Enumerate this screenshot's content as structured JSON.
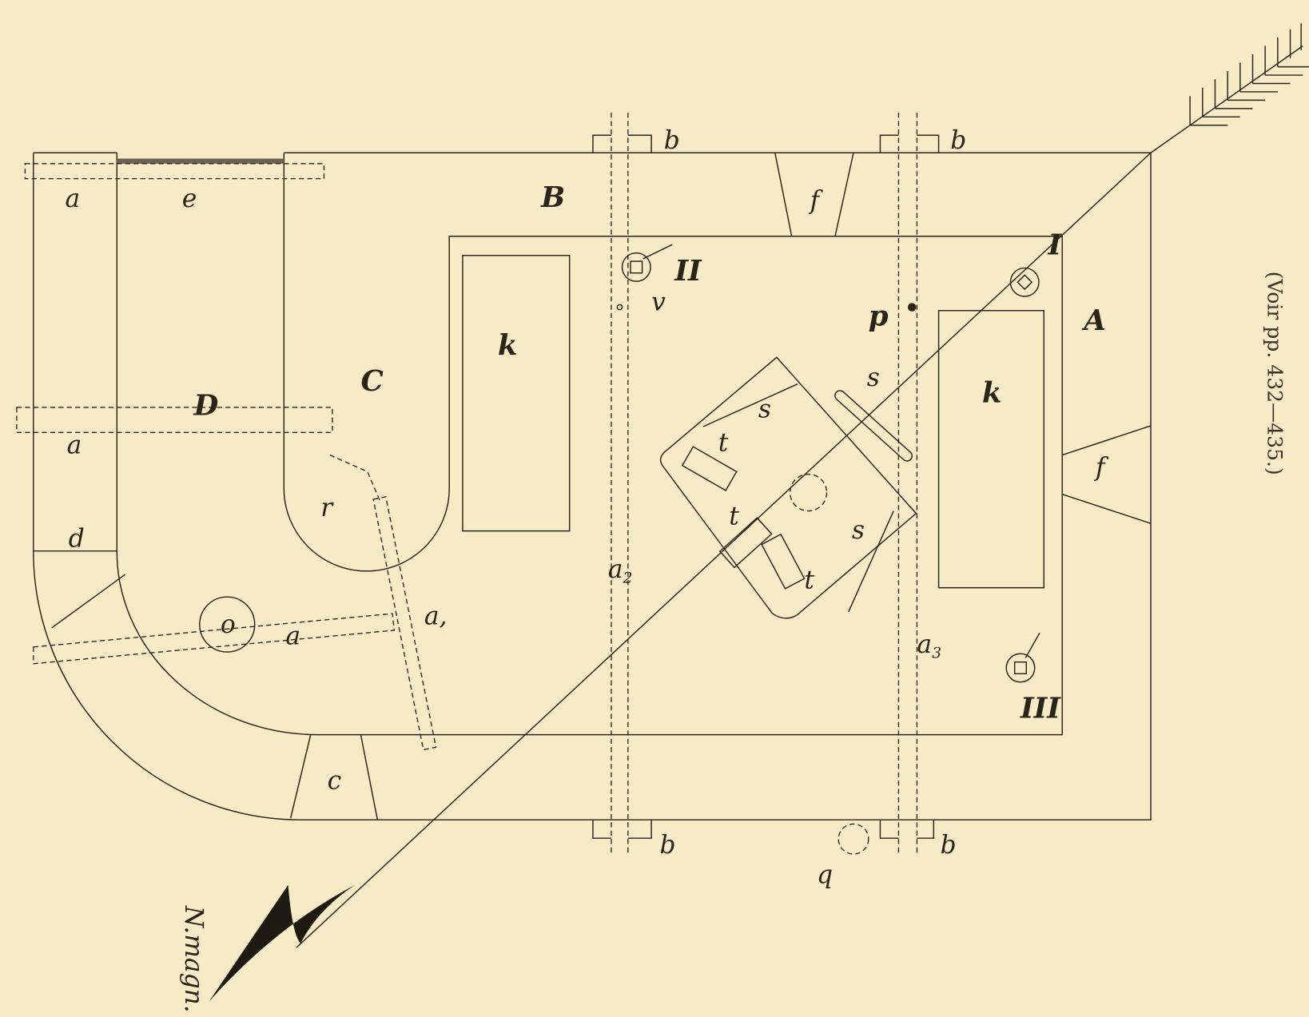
{
  "labels": {
    "a_top": "a",
    "e": "e",
    "B": "B",
    "b1": "b",
    "b2": "b",
    "b3": "b",
    "b4": "b",
    "f_top": "f",
    "f_right": "f",
    "II": "II",
    "I": "I",
    "III": "III",
    "v": "v",
    "p": "p",
    "A": "A",
    "k_left": "k",
    "k_right": "k",
    "C": "C",
    "D": "D",
    "a_mid": "a",
    "s1": "s",
    "s2": "s",
    "s3": "s",
    "t1": "t",
    "t2": "t",
    "t3": "t",
    "d": "d",
    "r": "r",
    "a1": "a,",
    "a2": "a",
    "a2_sub": "2",
    "a3": "a",
    "a3_sub": "3",
    "o": "o",
    "a_low": "a",
    "c": "c",
    "q": "q",
    "north": "N.magn."
  },
  "caption": "(Voir pp. 432—435.)",
  "colors": {
    "paper": "#f6ebc6",
    "ink": "#2b2519"
  }
}
